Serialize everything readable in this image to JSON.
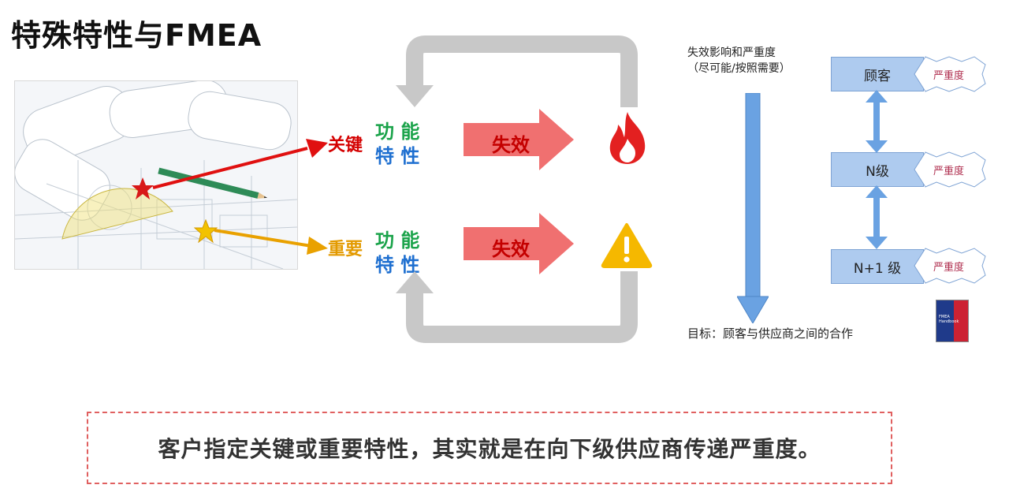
{
  "title": "特殊特性与FMEA",
  "left": {
    "key_label": "关键",
    "important_label": "重要",
    "func_1": "功 能",
    "char_1": "特 性",
    "func_2": "功 能",
    "char_2": "特 性"
  },
  "middle": {
    "fail_1": "失效",
    "fail_2": "失效"
  },
  "right": {
    "header_line1": "失效影响和严重度",
    "header_line2": "（尽可能/按照需要）",
    "boxes": [
      {
        "label": "顾客",
        "severity": "严重度"
      },
      {
        "label": "N级",
        "severity": "严重度"
      },
      {
        "label": "N+1 级",
        "severity": "严重度"
      }
    ],
    "goal": "目标：顾客与供应商之间的合作"
  },
  "book": {
    "title": "FMEA Handbook"
  },
  "bottom": {
    "text": "客户指定关键或重要特性，其实就是在向下级供应商传递严重度。"
  },
  "colors": {
    "arrow_red": "#f06a6a",
    "loop_gray": "#c8c8c8",
    "blue_box": "#aecbef",
    "blue_arrow": "#6aa2e2"
  },
  "icons": [
    "flame-icon",
    "warning-icon",
    "red-star-icon",
    "yellow-star-icon"
  ]
}
